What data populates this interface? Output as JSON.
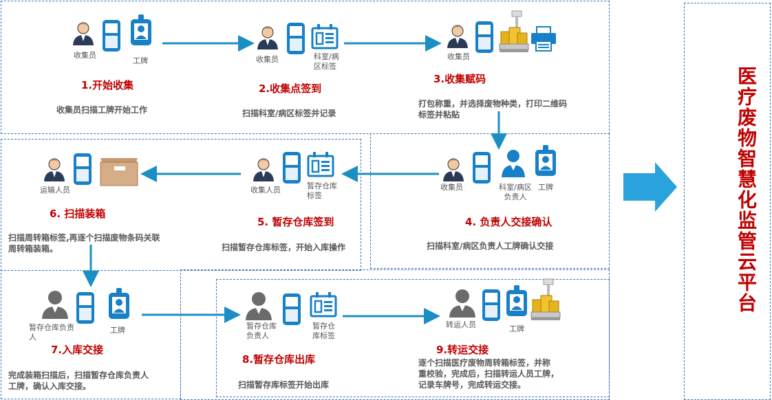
{
  "platform": {
    "text": "医疗废物智慧化监管云平台"
  },
  "colors": {
    "title_red": "#c00000",
    "arrow_blue": "#1b8fc4",
    "border_blue": "#3b74b8"
  },
  "steps": [
    {
      "title": "1.开始收集",
      "labels": [
        "收集员",
        "工牌"
      ],
      "desc": "收集员扫描工牌开始工作"
    },
    {
      "title": "2.收集点签到",
      "labels": [
        "收集员",
        "科室/病\n区标签"
      ],
      "desc": "扫描科室/病区标签并记录"
    },
    {
      "title": "3.收集赋码",
      "labels": [
        "收集员"
      ],
      "desc": "打包称重，并选择废物种类，打印二维码\n标签并粘贴"
    },
    {
      "title": "4. 负责人交接确认",
      "labels": [
        "收集员",
        "科室/病区\n负责人",
        "工牌"
      ],
      "desc": "扫描科室/病区负责人工牌确认交接"
    },
    {
      "title": "5. 暂存仓库签到",
      "labels": [
        "收集人员",
        "暂存仓库\n标签"
      ],
      "desc": "扫描暂存仓库标签，开始入库操作"
    },
    {
      "title": "6. 扫描装箱",
      "labels": [
        "运输人员"
      ],
      "desc": "扫描周转箱标签,再逐个扫描废物条码关联\n周转箱装箱。"
    },
    {
      "title": "7.入库交接",
      "labels": [
        "暂存仓库负责\n人",
        "工牌"
      ],
      "desc": "完成装箱扫描后，扫描暂存仓库负责人\n工牌，确认入库交接。"
    },
    {
      "title": "8.暂存仓库出库",
      "labels": [
        "暂存仓库\n负责人",
        "暂存仓\n库标签"
      ],
      "desc": "扫描暂存库标签开始出库"
    },
    {
      "title": "9.转运交接",
      "labels": [
        "转运人员",
        "工牌"
      ],
      "desc": "逐个扫描医疗废物周转箱标签，并称\n重校验，完成后，扫描转运人员工牌，\n记录车牌号，完成转运交接。"
    }
  ]
}
